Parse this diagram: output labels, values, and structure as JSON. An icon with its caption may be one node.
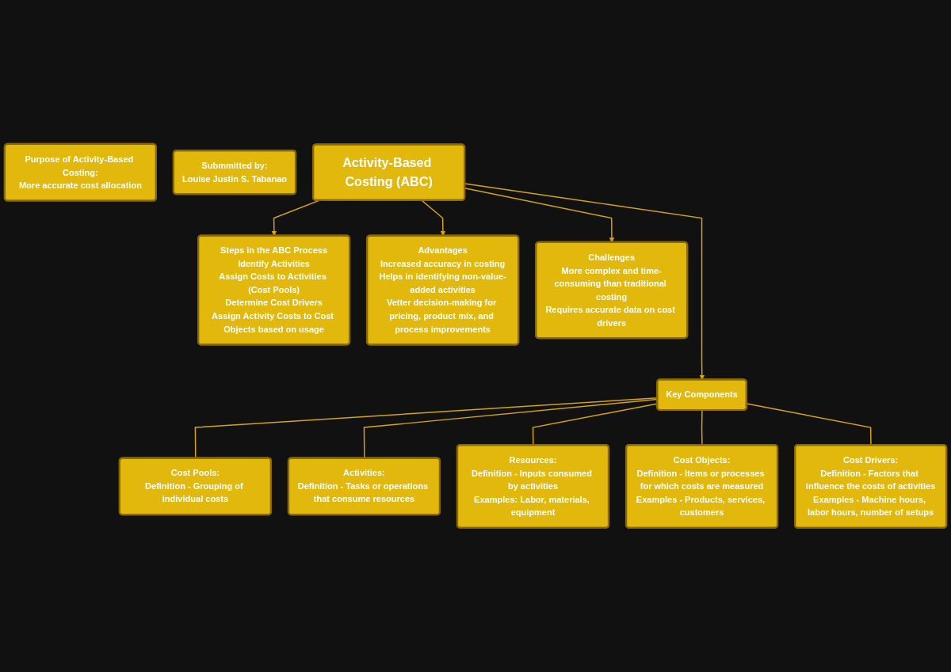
{
  "diagram": {
    "nodes": [
      {
        "text": [
          "Purpose of Activity-Based Costing:",
          "More accurate cost allocation"
        ]
      },
      {
        "text": [
          "Steps in the ABC Process",
          "Identify Activities",
          "Assign Costs to Activities (Cost Pools)",
          "Determine Cost Drivers",
          "Assign Activity Costs to Cost Objects based on usage"
        ]
      },
      {
        "text": [
          "Submmitted by:",
          "Louise Justin S. Tabanao"
        ]
      },
      {
        "text": [
          "Advantages",
          "Increased accuracy in costing",
          "Helps in identifying non-value-added activities",
          "Vetter decision-making for pricing, product mix, and process improvements"
        ]
      },
      {
        "text": [
          "Activity-Based Costing (ABC)"
        ]
      },
      {
        "text": [
          "Challenges",
          "More complex and time-consuming than traditional costing",
          "Requires accurate data on cost drivers"
        ]
      },
      {
        "text": [
          "Key Components"
        ]
      },
      {
        "text": [
          "Cost Pools:",
          "Definition - Grouping of individual costs"
        ]
      },
      {
        "text": [
          "Activities:",
          "Definition - Tasks or operations that consume resources"
        ]
      },
      {
        "text": [
          "Resources:",
          "Definition - Inputs consumed by activities",
          "Examples: Labor, materials, equipment"
        ]
      },
      {
        "text": [
          "Cost Objects:",
          "Definition - Items or processes for which costs are measured",
          "Examples - Products, services, customers"
        ]
      },
      {
        "text": [
          "Cost Drivers:",
          "Definition - Factors that influence the costs of activities",
          "Examples - Machine hours, labor hours, number of setups"
        ]
      }
    ],
    "edges": [
      {
        "from": 4,
        "to": 1,
        "arrow": "to"
      },
      {
        "from": 4,
        "to": 3,
        "arrow": "to"
      },
      {
        "from": 4,
        "to": 5,
        "arrow": "to"
      },
      {
        "from": 4,
        "to": 6,
        "arrow": "to"
      },
      {
        "from": 6,
        "to": 7,
        "arrow": "none"
      },
      {
        "from": 6,
        "to": 8,
        "arrow": "none"
      },
      {
        "from": 6,
        "to": 9,
        "arrow": "none"
      },
      {
        "from": 6,
        "to": 10,
        "arrow": "none"
      },
      {
        "from": 6,
        "to": 11,
        "arrow": "none"
      }
    ]
  }
}
